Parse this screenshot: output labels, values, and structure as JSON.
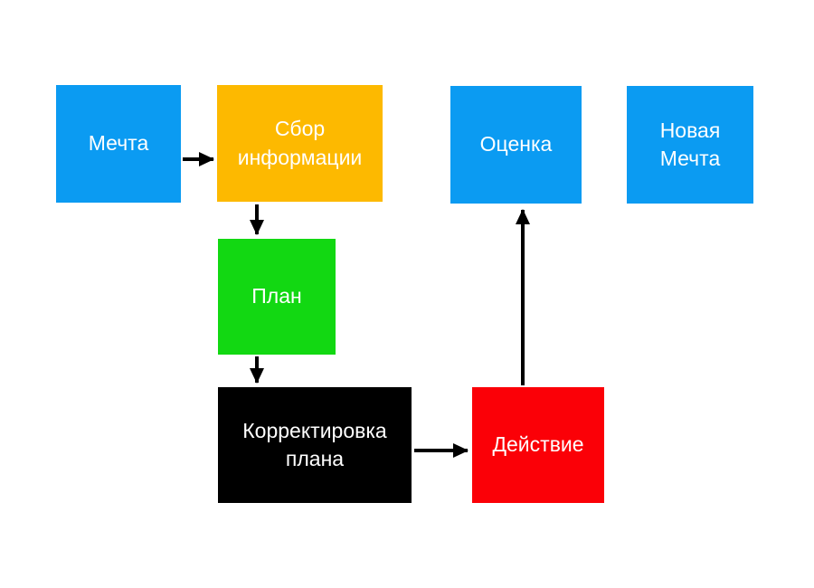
{
  "colors": {
    "blue": "#0B9BF2",
    "orange": "#FDB900",
    "green": "#12D812",
    "black": "#000000",
    "red": "#FB0007",
    "arrow": "#000000",
    "text": "#FFFFFF",
    "background": "#FFFFFF"
  },
  "nodes": {
    "dream": {
      "label": "Мечта",
      "color": "#0B9BF2"
    },
    "info": {
      "label": "Сбор\nинформации",
      "color": "#FDB900"
    },
    "evaluation": {
      "label": "Оценка",
      "color": "#0B9BF2"
    },
    "new_dream": {
      "label": "Новая\nМечта",
      "color": "#0B9BF2"
    },
    "plan": {
      "label": "План",
      "color": "#12D812"
    },
    "adjustment": {
      "label": "Корректировка\nплана",
      "color": "#000000"
    },
    "action": {
      "label": "Действие",
      "color": "#FB0007"
    }
  },
  "edges": [
    {
      "from": "dream",
      "to": "info"
    },
    {
      "from": "info",
      "to": "plan"
    },
    {
      "from": "plan",
      "to": "adjustment"
    },
    {
      "from": "adjustment",
      "to": "action"
    },
    {
      "from": "action",
      "to": "evaluation"
    }
  ]
}
